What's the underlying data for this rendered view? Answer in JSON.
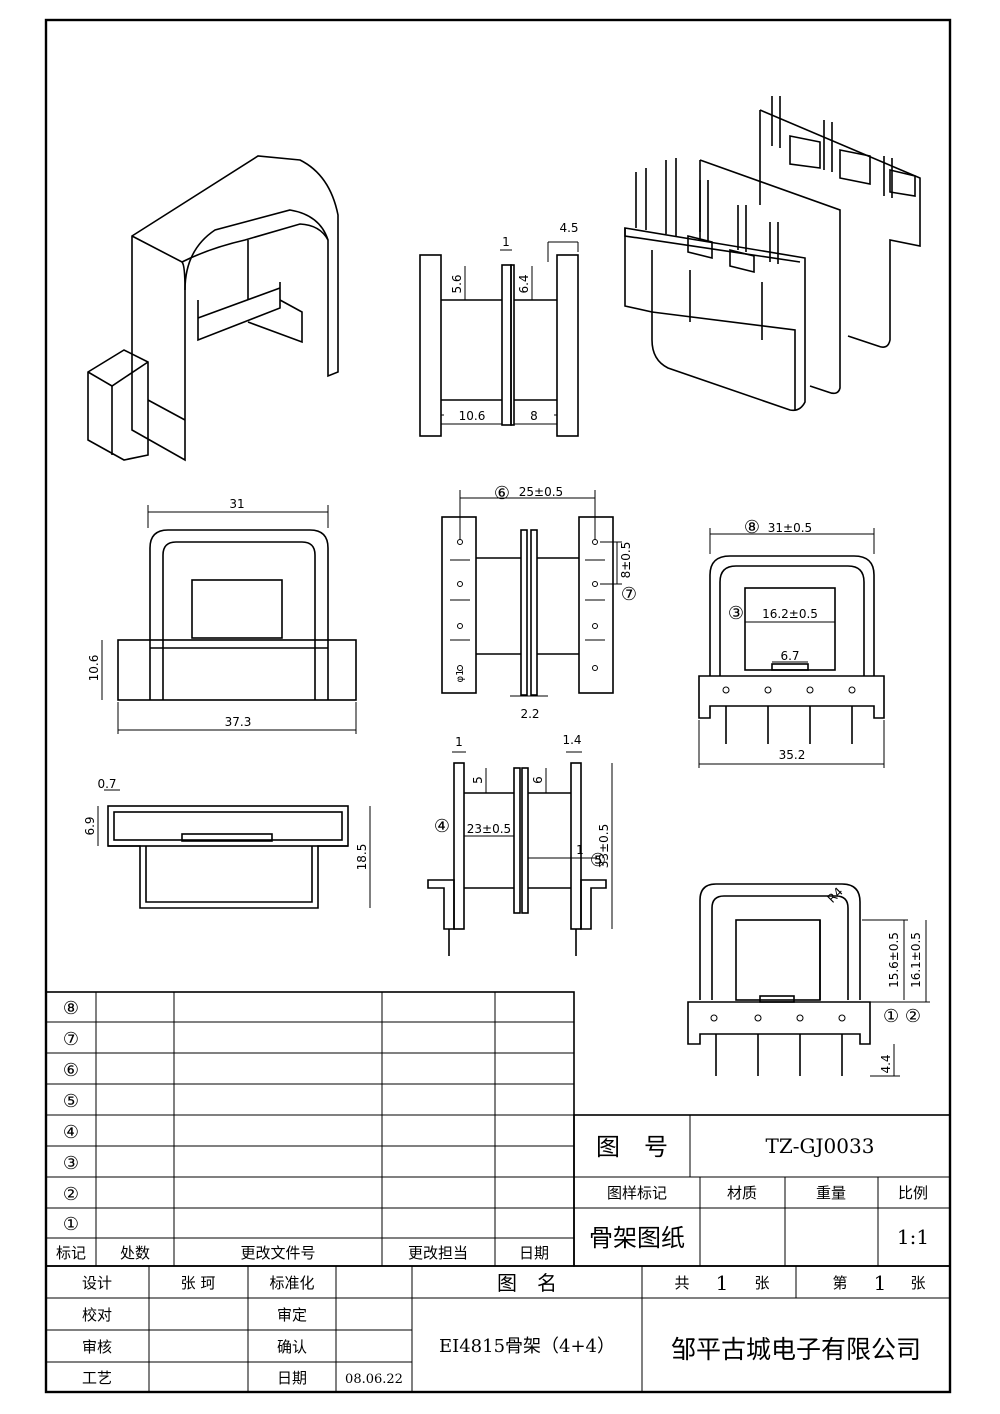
{
  "dimensions": {
    "side_view_top": {
      "d1": "1",
      "d2": "4.5",
      "d3": "5.6",
      "d4": "6.4",
      "d5": "10.6",
      "d6": "8"
    },
    "front_view": {
      "width": "31",
      "height": "10.6",
      "base": "37.3"
    },
    "bottom_view": {
      "d1": "0.7",
      "d2": "6.9",
      "d3": "18.5"
    },
    "pin_view": {
      "pitch_marker": "⑥",
      "pitch": "25±0.5",
      "spacing_marker": "⑦",
      "spacing": "8±0.5",
      "hole": "φ1",
      "gap": "2.2"
    },
    "side_view_bottom": {
      "d1": "1",
      "d2": "1.4",
      "d3": "5",
      "d4": "6",
      "width_marker": "④",
      "width": "23±0.5",
      "height": "33±0.5",
      "thin": "1",
      "thin_marker": "⑤"
    },
    "right_front": {
      "width_marker": "⑧",
      "width": "31±0.5",
      "window_marker": "③",
      "window": "16.2±0.5",
      "slot": "6.7",
      "base": "35.2"
    },
    "right_side": {
      "radius": "R4",
      "h1": "15.6±0.5",
      "h2": "16.1±0.5",
      "markers": "① ②",
      "pin": "4.4"
    }
  },
  "revision_table": {
    "markers": [
      "⑧",
      "⑦",
      "⑥",
      "⑤",
      "④",
      "③",
      "②",
      "①"
    ],
    "headers": {
      "mark": "标记",
      "count": "处数",
      "doc": "更改文件号",
      "sign": "更改担当",
      "date": "日期"
    }
  },
  "title_block": {
    "drawing_no_label": "图　号",
    "drawing_no": "TZ-GJ0033",
    "sample_mark_label": "图样标记",
    "material_label": "材质",
    "weight_label": "重量",
    "scale_label": "比例",
    "doc_type": "骨架图纸",
    "scale": "1:1",
    "design_label": "设计",
    "designer": "张 珂",
    "standard_label": "标准化",
    "check_label": "校对",
    "approve_label": "审定",
    "review_label": "审核",
    "confirm_label": "确认",
    "process_label": "工艺",
    "date_label": "日期",
    "date": "08.06.22",
    "name_label": "图　名",
    "part_name": "EI4815骨架（4+4）",
    "sheets_total_prefix": "共",
    "sheets_total": "1",
    "sheets_unit": "张",
    "sheet_no_prefix": "第",
    "sheet_no": "1",
    "sheet_no_unit": "张",
    "company": "邹平古城电子有限公司"
  }
}
